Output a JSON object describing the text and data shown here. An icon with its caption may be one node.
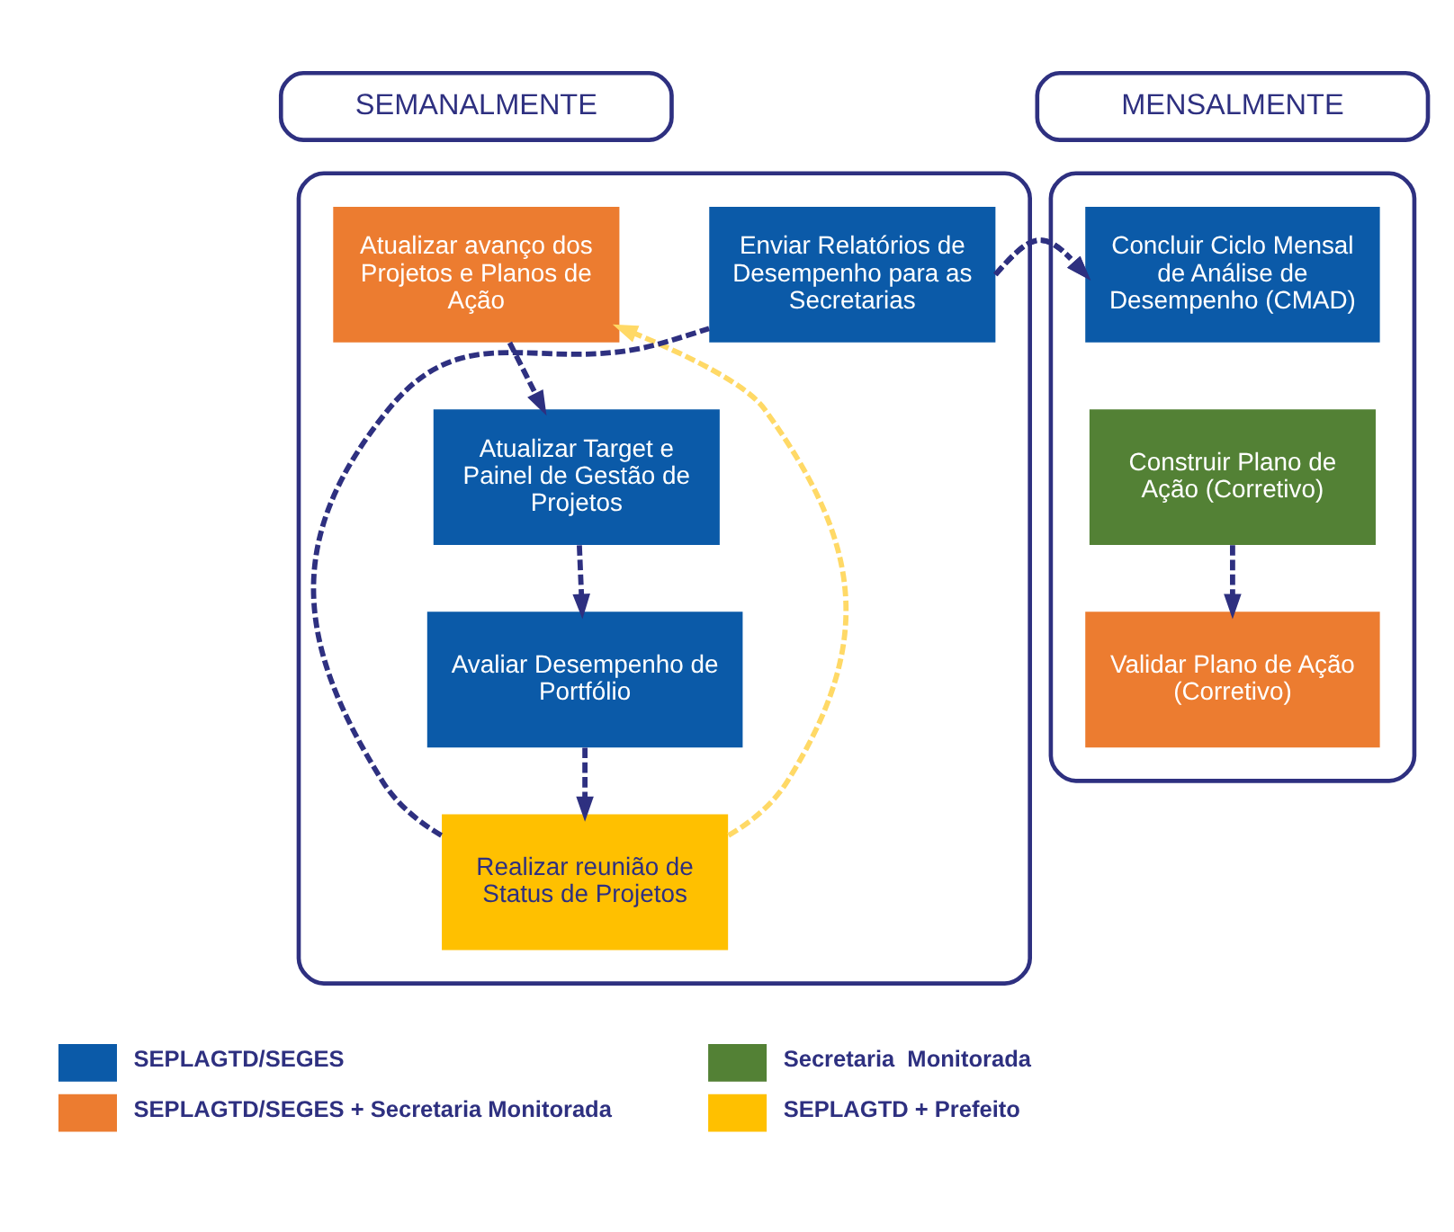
{
  "diagram": {
    "nodes": [
      {
        "text": [
          "SEMANALMENTE"
        ]
      },
      {
        "text": [],
        "shape": "box"
      },
      {
        "text": [
          "Atualizar avanço dos Projetos e Planos de Ação"
        ],
        "in": 1
      },
      {
        "text": [
          "Enviar Relatórios de Desempenho para as Secretarias"
        ],
        "in": 1
      },
      {
        "text": [
          "Atualizar Target e Painel de Gestão de Projetos"
        ],
        "in": 1
      },
      {
        "text": [
          "Avaliar Desempenho de Portfólio"
        ],
        "in": 1
      },
      {
        "text": [
          "Realizar reunião de Status de Projetos"
        ],
        "in": 1
      },
      {
        "text": [
          "MENSALMENTE"
        ]
      },
      {
        "text": [],
        "shape": "box"
      },
      {
        "text": [
          "Concluir Ciclo Mensal de Análise de Desempenho (CMAD)"
        ],
        "in": 8
      },
      {
        "text": [
          "Construir Plano de Ação (Corretivo)"
        ],
        "in": 8
      },
      {
        "text": [
          "Validar Plano de Ação (Corretivo)"
        ],
        "in": 8
      }
    ],
    "edges": [
      {
        "from": 2,
        "to": 4,
        "arrow": "to",
        "style": "dashed"
      },
      {
        "from": 4,
        "to": 5,
        "arrow": "to",
        "style": "dashed"
      },
      {
        "from": 5,
        "to": 6,
        "arrow": "to",
        "style": "dashed"
      },
      {
        "from": 6,
        "to": 2,
        "arrow": "to",
        "style": "dashed",
        "color": "#ffd966"
      },
      {
        "from": 6,
        "to": 3,
        "arrow": "none",
        "style": "dashed"
      },
      {
        "from": 3,
        "to": 9,
        "arrow": "to",
        "style": "dashed"
      },
      {
        "from": 10,
        "to": 11,
        "arrow": "to",
        "style": "dashed"
      }
    ],
    "legend": [
      {
        "text": "SEPLAGTD/SEGES",
        "color": "#0b5aa8"
      },
      {
        "text": "Secretaria  Monitorada",
        "color": "#538135"
      },
      {
        "text": "SEPLAGTD/SEGES + Secretaria Monitorada",
        "color": "#ec7c30"
      },
      {
        "text": "SEPLAGTD + Prefeito",
        "color": "#ffc000"
      }
    ]
  }
}
